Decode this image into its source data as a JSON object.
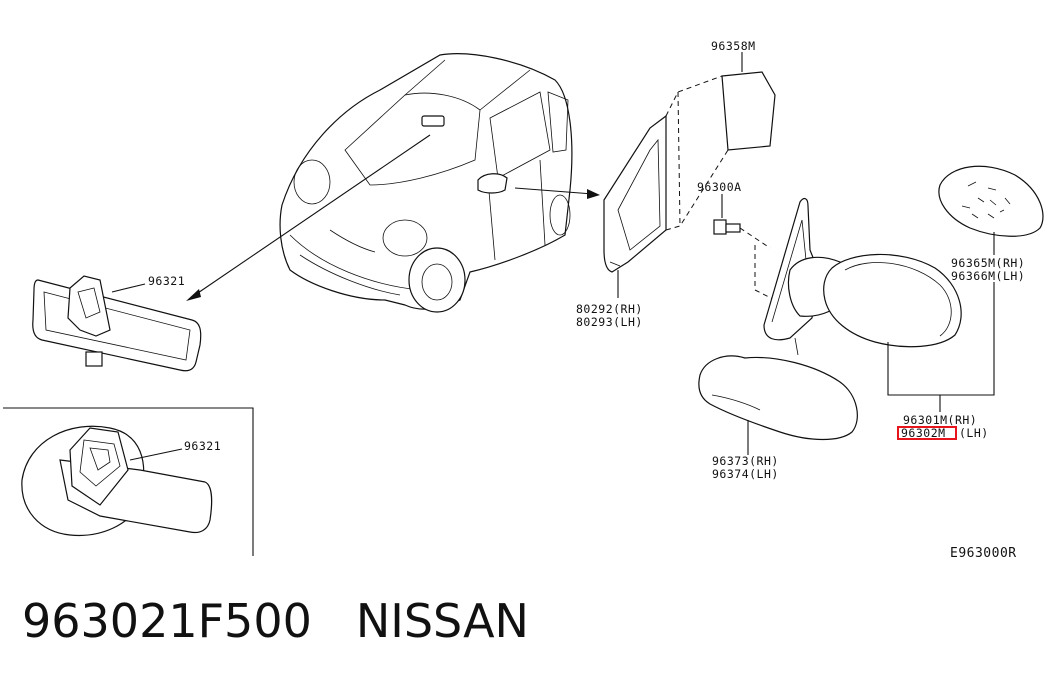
{
  "labels": {
    "mirror_inner": "96321",
    "mirror_detail": "96321",
    "cover_top": "96358M",
    "bolt": "96300A",
    "finisher_rh": "80292(RH)",
    "finisher_lh": "80293(LH)",
    "glass_rh": "96365M(RH)",
    "glass_lh": "96366M(LH)",
    "mirror_assy_rh": "96301M(RH)",
    "mirror_assy_lh_part": "96302M",
    "mirror_assy_lh_side": "(LH)",
    "cover_rh": "96373(RH)",
    "cover_lh": "96374(LH)",
    "diagram_code": "E963000R"
  },
  "caption": {
    "part_number": "963021F500",
    "brand": "NISSAN"
  },
  "colors": {
    "highlight": "#e8141c",
    "ink": "#111111"
  }
}
